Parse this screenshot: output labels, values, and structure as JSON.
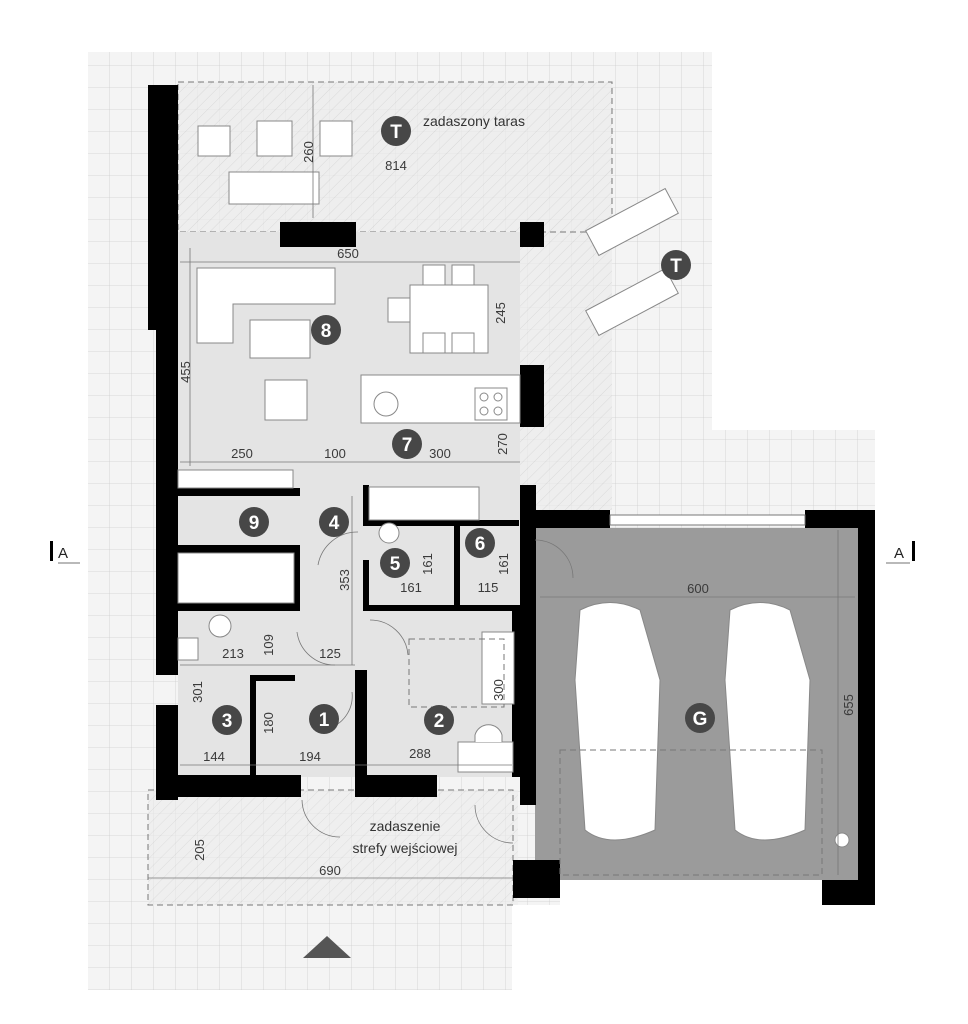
{
  "plan": {
    "colors": {
      "interior": "#e4e4e4",
      "garage": "#9b9b9b",
      "wall": "#000000",
      "marker": "#474747",
      "grid": "#d2d2d2"
    },
    "section_marker_left": "A",
    "section_marker_right": "A",
    "terrace_label": "zadaszony taras",
    "entrance_label_line1": "zadaszenie",
    "entrance_label_line2": "strefy wejściowej",
    "north_arrow_icon": "triangle-up",
    "rooms": [
      {
        "id": "T",
        "label": "T"
      },
      {
        "id": "T2",
        "label": "T"
      },
      {
        "id": "8",
        "label": "8"
      },
      {
        "id": "7",
        "label": "7"
      },
      {
        "id": "9",
        "label": "9"
      },
      {
        "id": "4",
        "label": "4"
      },
      {
        "id": "5",
        "label": "5"
      },
      {
        "id": "6",
        "label": "6"
      },
      {
        "id": "3",
        "label": "3"
      },
      {
        "id": "1",
        "label": "1"
      },
      {
        "id": "2",
        "label": "2"
      },
      {
        "id": "G",
        "label": "G"
      }
    ],
    "dimensions": {
      "terrace_depth": "260",
      "terrace_width": "814",
      "living_width": "650",
      "living_depth": "455",
      "dining_depth": "245",
      "seg_250": "250",
      "seg_100": "100",
      "seg_300": "300",
      "kitchen_270": "270",
      "hall_353": "353",
      "bath_161_v": "161",
      "bath_161_h": "161",
      "wc_161_v": "161",
      "wc_115": "115",
      "tech_213": "213",
      "tech_109": "109",
      "hall_125": "125",
      "room3_301": "301",
      "closet_180": "180",
      "room3_144": "144",
      "room1_194": "194",
      "room2_288": "288",
      "room2_300": "300",
      "garage_600": "600",
      "garage_655": "655",
      "entrance_205": "205",
      "entrance_690": "690"
    }
  }
}
